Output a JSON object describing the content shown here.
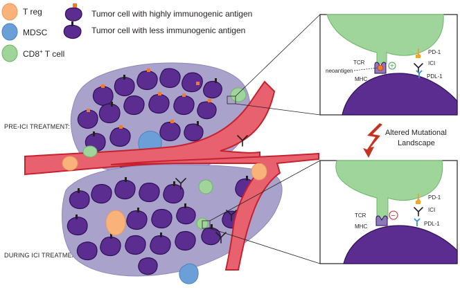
{
  "legend": {
    "treg": "T reg",
    "mdsc": "MDSC",
    "cd8_main": "CD8",
    "cd8_sup": "+",
    "cd8_rest": " T cell",
    "tumor_high": "Tumor cell with highly immunogenic antigen",
    "tumor_low": "Tumor cell with less immunogenic antigen"
  },
  "stages": {
    "pre": "PRE-ICI TREATMENT:",
    "during": "DURING ICI TREATMENT:"
  },
  "center": {
    "line1": "Altered Mutational",
    "line2": "Landscape"
  },
  "inset_top": {
    "tcr": "TCR",
    "mhc": "MHC",
    "neoantigen": "neoantigen",
    "pd1": "PD-1",
    "ici": "ICI",
    "pdl1": "PDL-1",
    "sign": "+"
  },
  "inset_bottom": {
    "tcr": "TCR",
    "mhc": "MHC",
    "pd1": "PD-1",
    "ici": "ICI",
    "pdl1": "PDL-1",
    "sign": "−"
  },
  "colors": {
    "treg": "#f9b27a",
    "mdsc": "#6a9fd8",
    "cd8": "#9fd49a",
    "tumor": "#5b2d91",
    "tumor_mass": "#a9a2cb",
    "vessel": "#e8616f",
    "vessel_edge": "#c6212f",
    "antigen": "#f27a2a",
    "arrow": "#c4331f"
  }
}
